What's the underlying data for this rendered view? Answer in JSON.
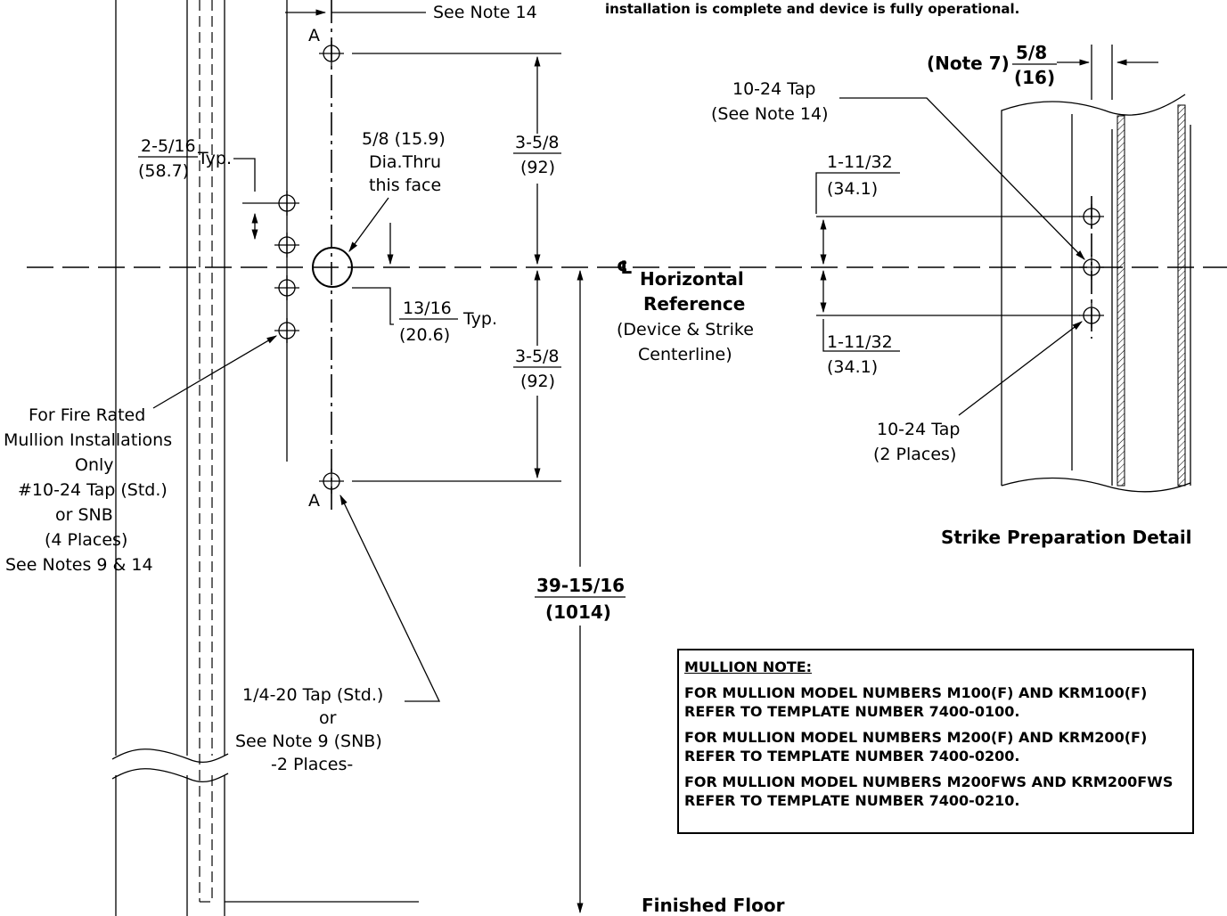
{
  "top_note": "installation is complete and device is fully operational.",
  "labels": {
    "see_note_14_top": "See Note 14",
    "a_top": "A",
    "a_bottom": "A",
    "dim_2_5_16": "2-5/16",
    "dim_58_7": "(58.7)",
    "typ_left": "Typ.",
    "hole_5_8_line1": "5/8 (15.9)",
    "hole_5_8_line2": "Dia.Thru",
    "hole_5_8_line3": "this face",
    "dim_3_5_8_top": "3-5/8",
    "dim_92_top": "(92)",
    "dim_13_16": "13/16",
    "dim_20_6": "(20.6)",
    "typ_right": "Typ.",
    "dim_3_5_8_bottom": "3-5/8",
    "dim_92_bottom": "(92)",
    "centerline_symbol": "℄",
    "horizontal_line1": "Horizontal",
    "horizontal_line2": "Reference",
    "horizontal_line3": "(Device & Strike",
    "horizontal_line4": "Centerline)",
    "fire_line1": "For Fire Rated",
    "fire_line2": "Mullion Installations",
    "fire_line3": "Only",
    "fire_line4": "#10-24 Tap (Std.)",
    "fire_line5": "or SNB",
    "fire_line6": "(4 Places)",
    "fire_line7": "See Notes 9 & 14",
    "tap_1_4_line1": "1/4-20 Tap (Std.)",
    "tap_1_4_line2": "or",
    "tap_1_4_line3": "See Note 9 (SNB)",
    "tap_1_4_line4": "-2 Places-",
    "dim_39_15_16": "39-15/16",
    "dim_1014": "(1014)",
    "finished_floor": "Finished Floor",
    "note7": "(Note 7)",
    "dim_5_8": "5/8",
    "dim_16": "(16)",
    "tap_10_24_top_line1": "10-24 Tap",
    "tap_10_24_top_line2": "(See Note 14)",
    "dim_1_11_32_top": "1-11/32",
    "dim_34_1_top": "(34.1)",
    "dim_1_11_32_bottom": "1-11/32",
    "dim_34_1_bottom": "(34.1)",
    "tap_10_24_bottom_line1": "10-24 Tap",
    "tap_10_24_bottom_line2": "(2 Places)",
    "strike_detail_title": "Strike Preparation Detail"
  },
  "mullion_note": {
    "title": "MULLION NOTE:",
    "line1": "FOR MULLION MODEL NUMBERS M100(F) AND KRM100(F) REFER TO TEMPLATE NUMBER 7400-0100.",
    "line2": "FOR MULLION MODEL NUMBERS M200(F) AND KRM200(F) REFER TO TEMPLATE NUMBER 7400-0200.",
    "line3": "FOR MULLION MODEL NUMBERS M200FWS AND KRM200FWS REFER TO TEMPLATE NUMBER 7400-0210."
  }
}
